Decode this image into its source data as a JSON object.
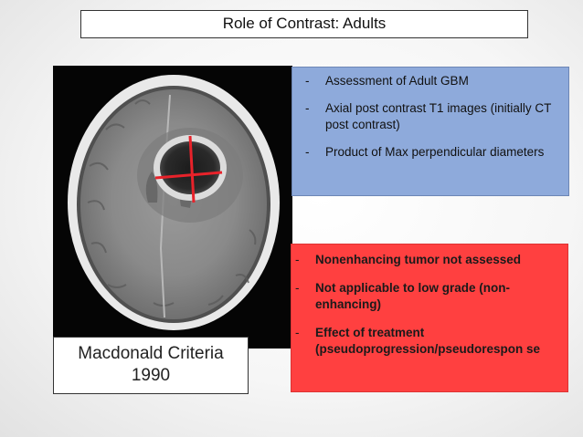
{
  "slide": {
    "title": "Role of Contrast: Adults",
    "blue_bullets": [
      {
        "dash": "-",
        "text": "Assessment of Adult GBM"
      },
      {
        "dash": "-",
        "text": "Axial post contrast T1 images (initially CT post contrast)"
      },
      {
        "dash": "-",
        "text": "Product of Max perpendicular diameters"
      }
    ],
    "red_bullets": [
      {
        "dash": "-",
        "text": "Nonenhancing tumor not assessed"
      },
      {
        "dash": "-",
        "text": "Not applicable to low grade (non-enhancing)"
      },
      {
        "dash": "-",
        "text": "Effect of treatment (pseudoprogression/pseudorespon se"
      }
    ],
    "caption_line1": "Macdonald Criteria",
    "caption_line2": "1990"
  },
  "colors": {
    "blue_box": "#8eaadb",
    "red_box": "#ff4040",
    "measurement_lines": "#e8222a"
  }
}
